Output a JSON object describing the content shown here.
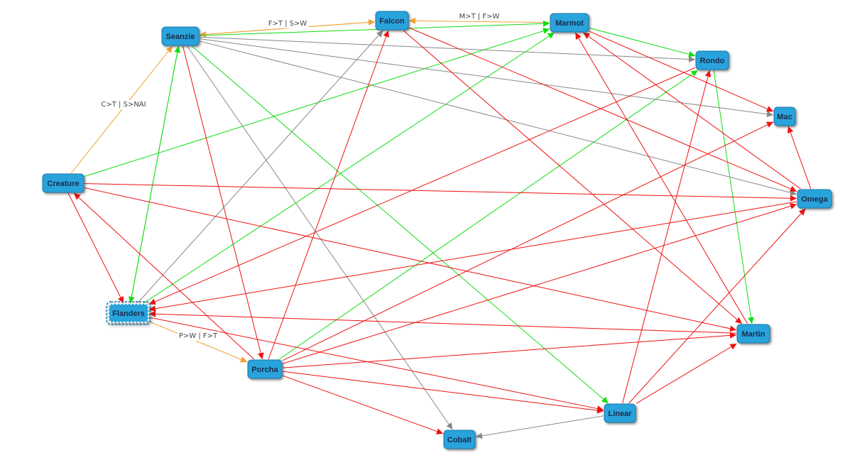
{
  "colors": {
    "red": "#ee1111",
    "green": "#11dd11",
    "orange": "#f0a030",
    "gray": "#888888",
    "node_fill": "#29a3dc",
    "node_text": "#1b2b4a"
  },
  "nodes": [
    {
      "id": "seanzie",
      "label": "Seanzie"
    },
    {
      "id": "falcon",
      "label": "Falcon"
    },
    {
      "id": "marmot",
      "label": "Marmot"
    },
    {
      "id": "rondo",
      "label": "Rondo"
    },
    {
      "id": "mac",
      "label": "Mac"
    },
    {
      "id": "omega",
      "label": "Omega"
    },
    {
      "id": "martin",
      "label": "Martin"
    },
    {
      "id": "linear",
      "label": "Linear"
    },
    {
      "id": "cobalt",
      "label": "Cobalt"
    },
    {
      "id": "porcha",
      "label": "Porcha"
    },
    {
      "id": "flanders",
      "label": "Flanders",
      "selected": true
    },
    {
      "id": "creature",
      "label": "Creature"
    }
  ],
  "edges": [
    {
      "from": "falcon",
      "to": "seanzie",
      "color": "orange",
      "label": "F>T | S>W"
    },
    {
      "from": "seanzie",
      "to": "falcon",
      "color": "orange"
    },
    {
      "from": "marmot",
      "to": "falcon",
      "color": "orange",
      "label": "M>T | F>W"
    },
    {
      "from": "creature",
      "to": "seanzie",
      "color": "orange",
      "label": "C>T | S>NAI"
    },
    {
      "from": "flanders",
      "to": "porcha",
      "color": "orange",
      "label": "P>W | F>T"
    },
    {
      "from": "seanzie",
      "to": "marmot",
      "color": "green"
    },
    {
      "from": "seanzie",
      "to": "linear",
      "color": "green"
    },
    {
      "from": "flanders",
      "to": "seanzie",
      "color": "green"
    },
    {
      "from": "seanzie",
      "to": "flanders",
      "color": "green"
    },
    {
      "from": "creature",
      "to": "marmot",
      "color": "green"
    },
    {
      "from": "marmot",
      "to": "rondo",
      "color": "green"
    },
    {
      "from": "flanders",
      "to": "marmot",
      "color": "green"
    },
    {
      "from": "porcha",
      "to": "rondo",
      "color": "green"
    },
    {
      "from": "rondo",
      "to": "martin",
      "color": "green"
    },
    {
      "from": "seanzie",
      "to": "rondo",
      "color": "gray"
    },
    {
      "from": "seanzie",
      "to": "mac",
      "color": "gray"
    },
    {
      "from": "seanzie",
      "to": "omega",
      "color": "gray"
    },
    {
      "from": "seanzie",
      "to": "cobalt",
      "color": "gray"
    },
    {
      "from": "flanders",
      "to": "falcon",
      "color": "gray"
    },
    {
      "from": "linear",
      "to": "cobalt",
      "color": "gray"
    },
    {
      "from": "creature",
      "to": "flanders",
      "color": "red"
    },
    {
      "from": "porcha",
      "to": "creature",
      "color": "red"
    },
    {
      "from": "seanzie",
      "to": "porcha",
      "color": "red"
    },
    {
      "from": "porcha",
      "to": "falcon",
      "color": "red"
    },
    {
      "from": "falcon",
      "to": "martin",
      "color": "red"
    },
    {
      "from": "falcon",
      "to": "omega",
      "color": "red"
    },
    {
      "from": "martin",
      "to": "marmot",
      "color": "red"
    },
    {
      "from": "omega",
      "to": "marmot",
      "color": "red"
    },
    {
      "from": "marmot",
      "to": "mac",
      "color": "red"
    },
    {
      "from": "omega",
      "to": "mac",
      "color": "red"
    },
    {
      "from": "linear",
      "to": "rondo",
      "color": "red"
    },
    {
      "from": "creature",
      "to": "omega",
      "color": "red"
    },
    {
      "from": "creature",
      "to": "martin",
      "color": "red"
    },
    {
      "from": "omega",
      "to": "flanders",
      "color": "red"
    },
    {
      "from": "rondo",
      "to": "flanders",
      "color": "red"
    },
    {
      "from": "martin",
      "to": "flanders",
      "color": "red"
    },
    {
      "from": "flanders",
      "to": "linear",
      "color": "red"
    },
    {
      "from": "porcha",
      "to": "mac",
      "color": "red"
    },
    {
      "from": "porcha",
      "to": "omega",
      "color": "red"
    },
    {
      "from": "porcha",
      "to": "martin",
      "color": "red"
    },
    {
      "from": "porcha",
      "to": "linear",
      "color": "red"
    },
    {
      "from": "porcha",
      "to": "cobalt",
      "color": "red"
    },
    {
      "from": "linear",
      "to": "omega",
      "color": "red"
    },
    {
      "from": "linear",
      "to": "martin",
      "color": "red"
    }
  ]
}
